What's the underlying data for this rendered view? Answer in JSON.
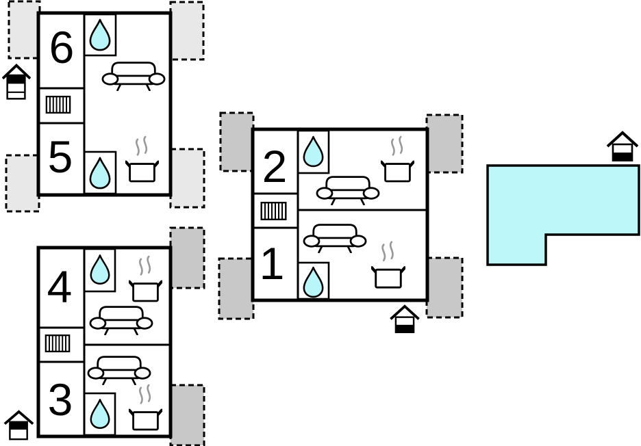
{
  "diagram": {
    "type": "floor-plan",
    "unit_count": 6
  },
  "colors": {
    "wall": "#000000",
    "water": "#b9f6f9",
    "pool": "#bdf7fa",
    "terrace_light": "#e8e8e8",
    "terrace_dark": "#c8c8c8",
    "steam": "#999999",
    "background": "#ffffff"
  },
  "blocks": [
    {
      "name": "block-6-5",
      "terrace_shade": "light",
      "terrace_count": 4,
      "units": [
        {
          "number": "6"
        },
        {
          "number": "5"
        }
      ],
      "features": [
        "shower",
        "radiator",
        "sofa",
        "stove",
        "entrance"
      ]
    },
    {
      "name": "block-4-3",
      "terrace_shade": "dark",
      "terrace_count": 2,
      "units": [
        {
          "number": "4"
        },
        {
          "number": "3"
        }
      ],
      "features": [
        "shower",
        "radiator",
        "sofa",
        "stove",
        "entrance"
      ]
    },
    {
      "name": "block-2-1",
      "terrace_shade": "dark",
      "terrace_count": 4,
      "units": [
        {
          "number": "2"
        },
        {
          "number": "1"
        }
      ],
      "features": [
        "shower",
        "radiator",
        "sofa",
        "stove",
        "entrance"
      ]
    }
  ],
  "pool": {
    "shape": "L",
    "entrance_icons": 1
  },
  "icons": {
    "water_drop": "shower-icon",
    "sofa": "sofa-icon",
    "pot_with_steam": "kitchen-stove-icon",
    "striped_box": "radiator-icon",
    "house": "entrance-icon",
    "cyan_polygon": "swimming-pool"
  }
}
